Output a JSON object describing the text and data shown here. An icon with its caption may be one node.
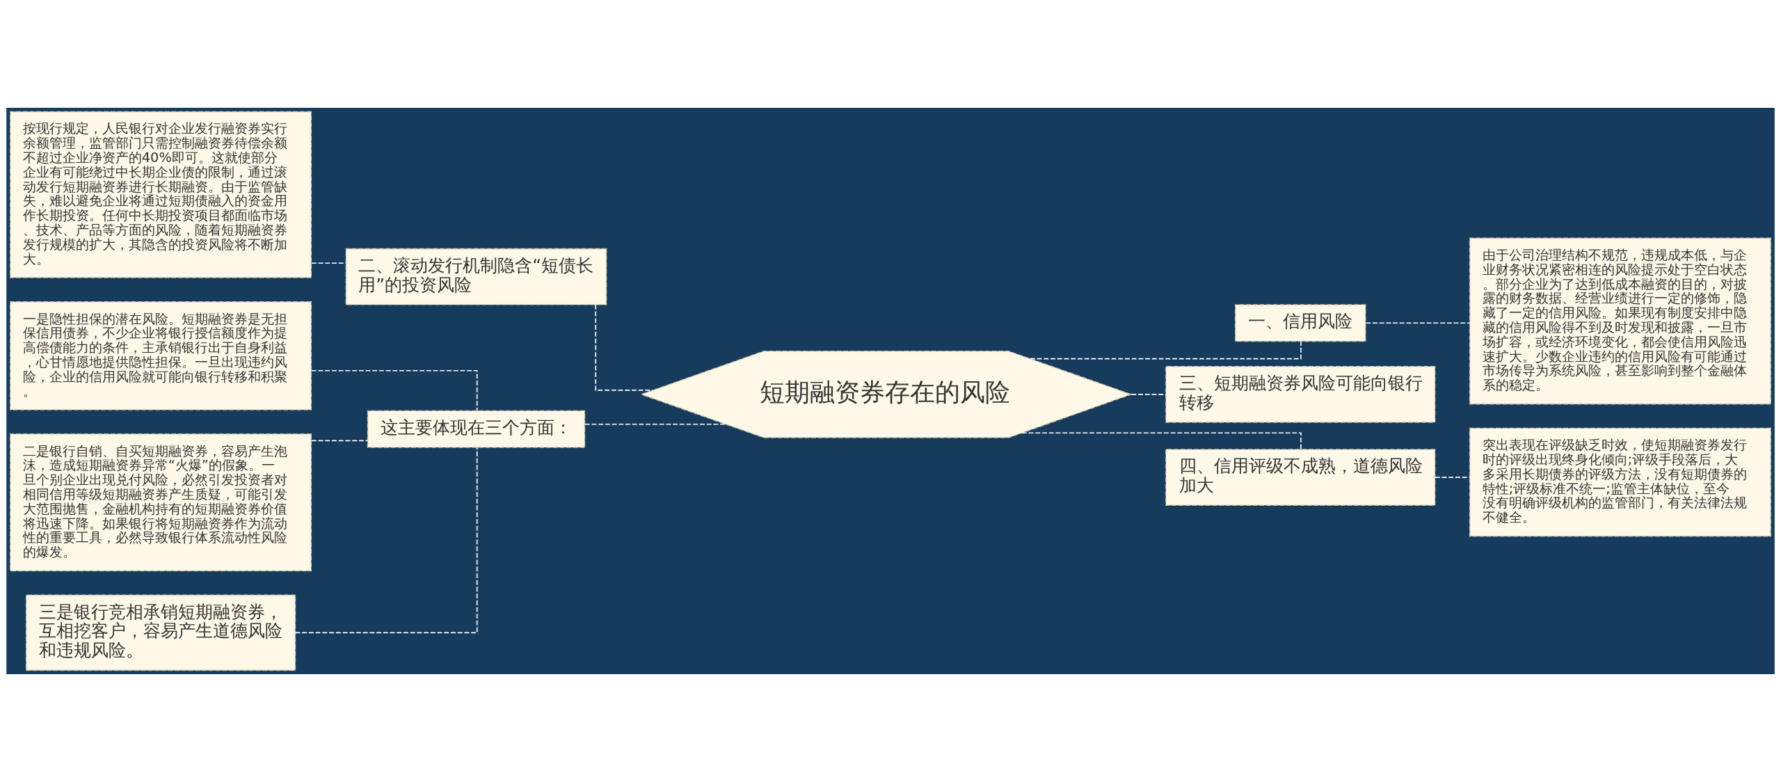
{
  "diagram": {
    "nodes": [
      {
        "text": [
          "短期融资券存在的风险"
        ]
      },
      {
        "text": [
          "二、滚动发行机制隐含“短债长用”的投资风险"
        ]
      },
      {
        "text": [
          "按现行规定，人民银行对企业发行融资券实行余额管理，监管部门只需控制融资券待偿余额不超过企业净资产的40%即可。这就使部分企业有可能绕过中长期企业债的限制，通过滚动发行短期融资券进行长期融资。由于监管缺失，难以避免企业将通过短期债融入的资金用作长期投资。任何中长期投资项目都面临市场、技术、产品等方面的风险，随着短期融资券发行规模的扩大，其隐含的投资风险将不断加大。"
        ]
      },
      {
        "text": [
          "这主要体现在三个方面："
        ]
      },
      {
        "text": [
          "一是隐性担保的潜在风险。短期融资券是无担保信用债券，不少企业将银行授信额度作为提高偿债能力的条件，主承销银行出于自身利益，心甘情愿地提供隐性担保。一旦出现违约风险，企业的信用风险就可能向银行转移和积聚。"
        ]
      },
      {
        "text": [
          "二是银行自销、自买短期融资券，容易产生泡沫，造成短期融资券异常“火爆”的假象。一旦个别企业出现兑付风险，必然引发投资者对相同信用等级短期融资券产生质疑，可能引发大范围抛售，金融机构持有的短期融资券价值将迅速下降。如果银行将短期融资券作为流动性的重要工具，必然导致银行体系流动性风险的爆发。"
        ]
      },
      {
        "text": [
          "三是银行竞相承销短期融资券，互相挖客户，容易产生道德风险和违规风险。"
        ]
      },
      {
        "text": [
          "一、信用风险"
        ]
      },
      {
        "text": [
          "由于公司治理结构不规范，违规成本低，与企业财务状况紧密相连的风险提示处于空白状态。部分企业为了达到低成本融资的目的，对披露的财务数据、经营业绩进行一定的修饰，隐藏了一定的信用风险。如果现有制度安排中隐藏的信用风险得不到及时发现和披露，一旦市场扩容，或经济环境变化，都会使信用风险迅速扩大。少数企业违约的信用风险有可能通过市场传导为系统风险，甚至影响到整个金融体系的稳定。"
        ]
      },
      {
        "text": [
          "三、短期融资券风险可能向银行转移"
        ]
      },
      {
        "text": [
          "四、信用评级不成熟，道德风险加大"
        ]
      },
      {
        "text": [
          "突出表现在评级缺乏时效，使短期融资券发行时的评级出现终身化倾向;评级手段落后，大多采用长期债券的评级方法，没有短期债券的特性;评级标准不统一;监管主体缺位，至今没有明确评级机构的监管部门，有关法律法规不健全。"
        ]
      }
    ],
    "edges": [
      {
        "from": 2,
        "to": 1,
        "arrow": "none"
      },
      {
        "from": 1,
        "to": 0,
        "arrow": "none"
      },
      {
        "from": 4,
        "to": 3,
        "arrow": "none"
      },
      {
        "from": 5,
        "to": 3,
        "arrow": "none"
      },
      {
        "from": 6,
        "to": 3,
        "arrow": "none"
      },
      {
        "from": 3,
        "to": 0,
        "arrow": "none"
      },
      {
        "from": 0,
        "to": 7,
        "arrow": "none"
      },
      {
        "from": 7,
        "to": 8,
        "arrow": "none"
      },
      {
        "from": 0,
        "to": 9,
        "arrow": "none"
      },
      {
        "from": 0,
        "to": 10,
        "arrow": "none"
      },
      {
        "from": 10,
        "to": 11,
        "arrow": "none"
      }
    ]
  }
}
